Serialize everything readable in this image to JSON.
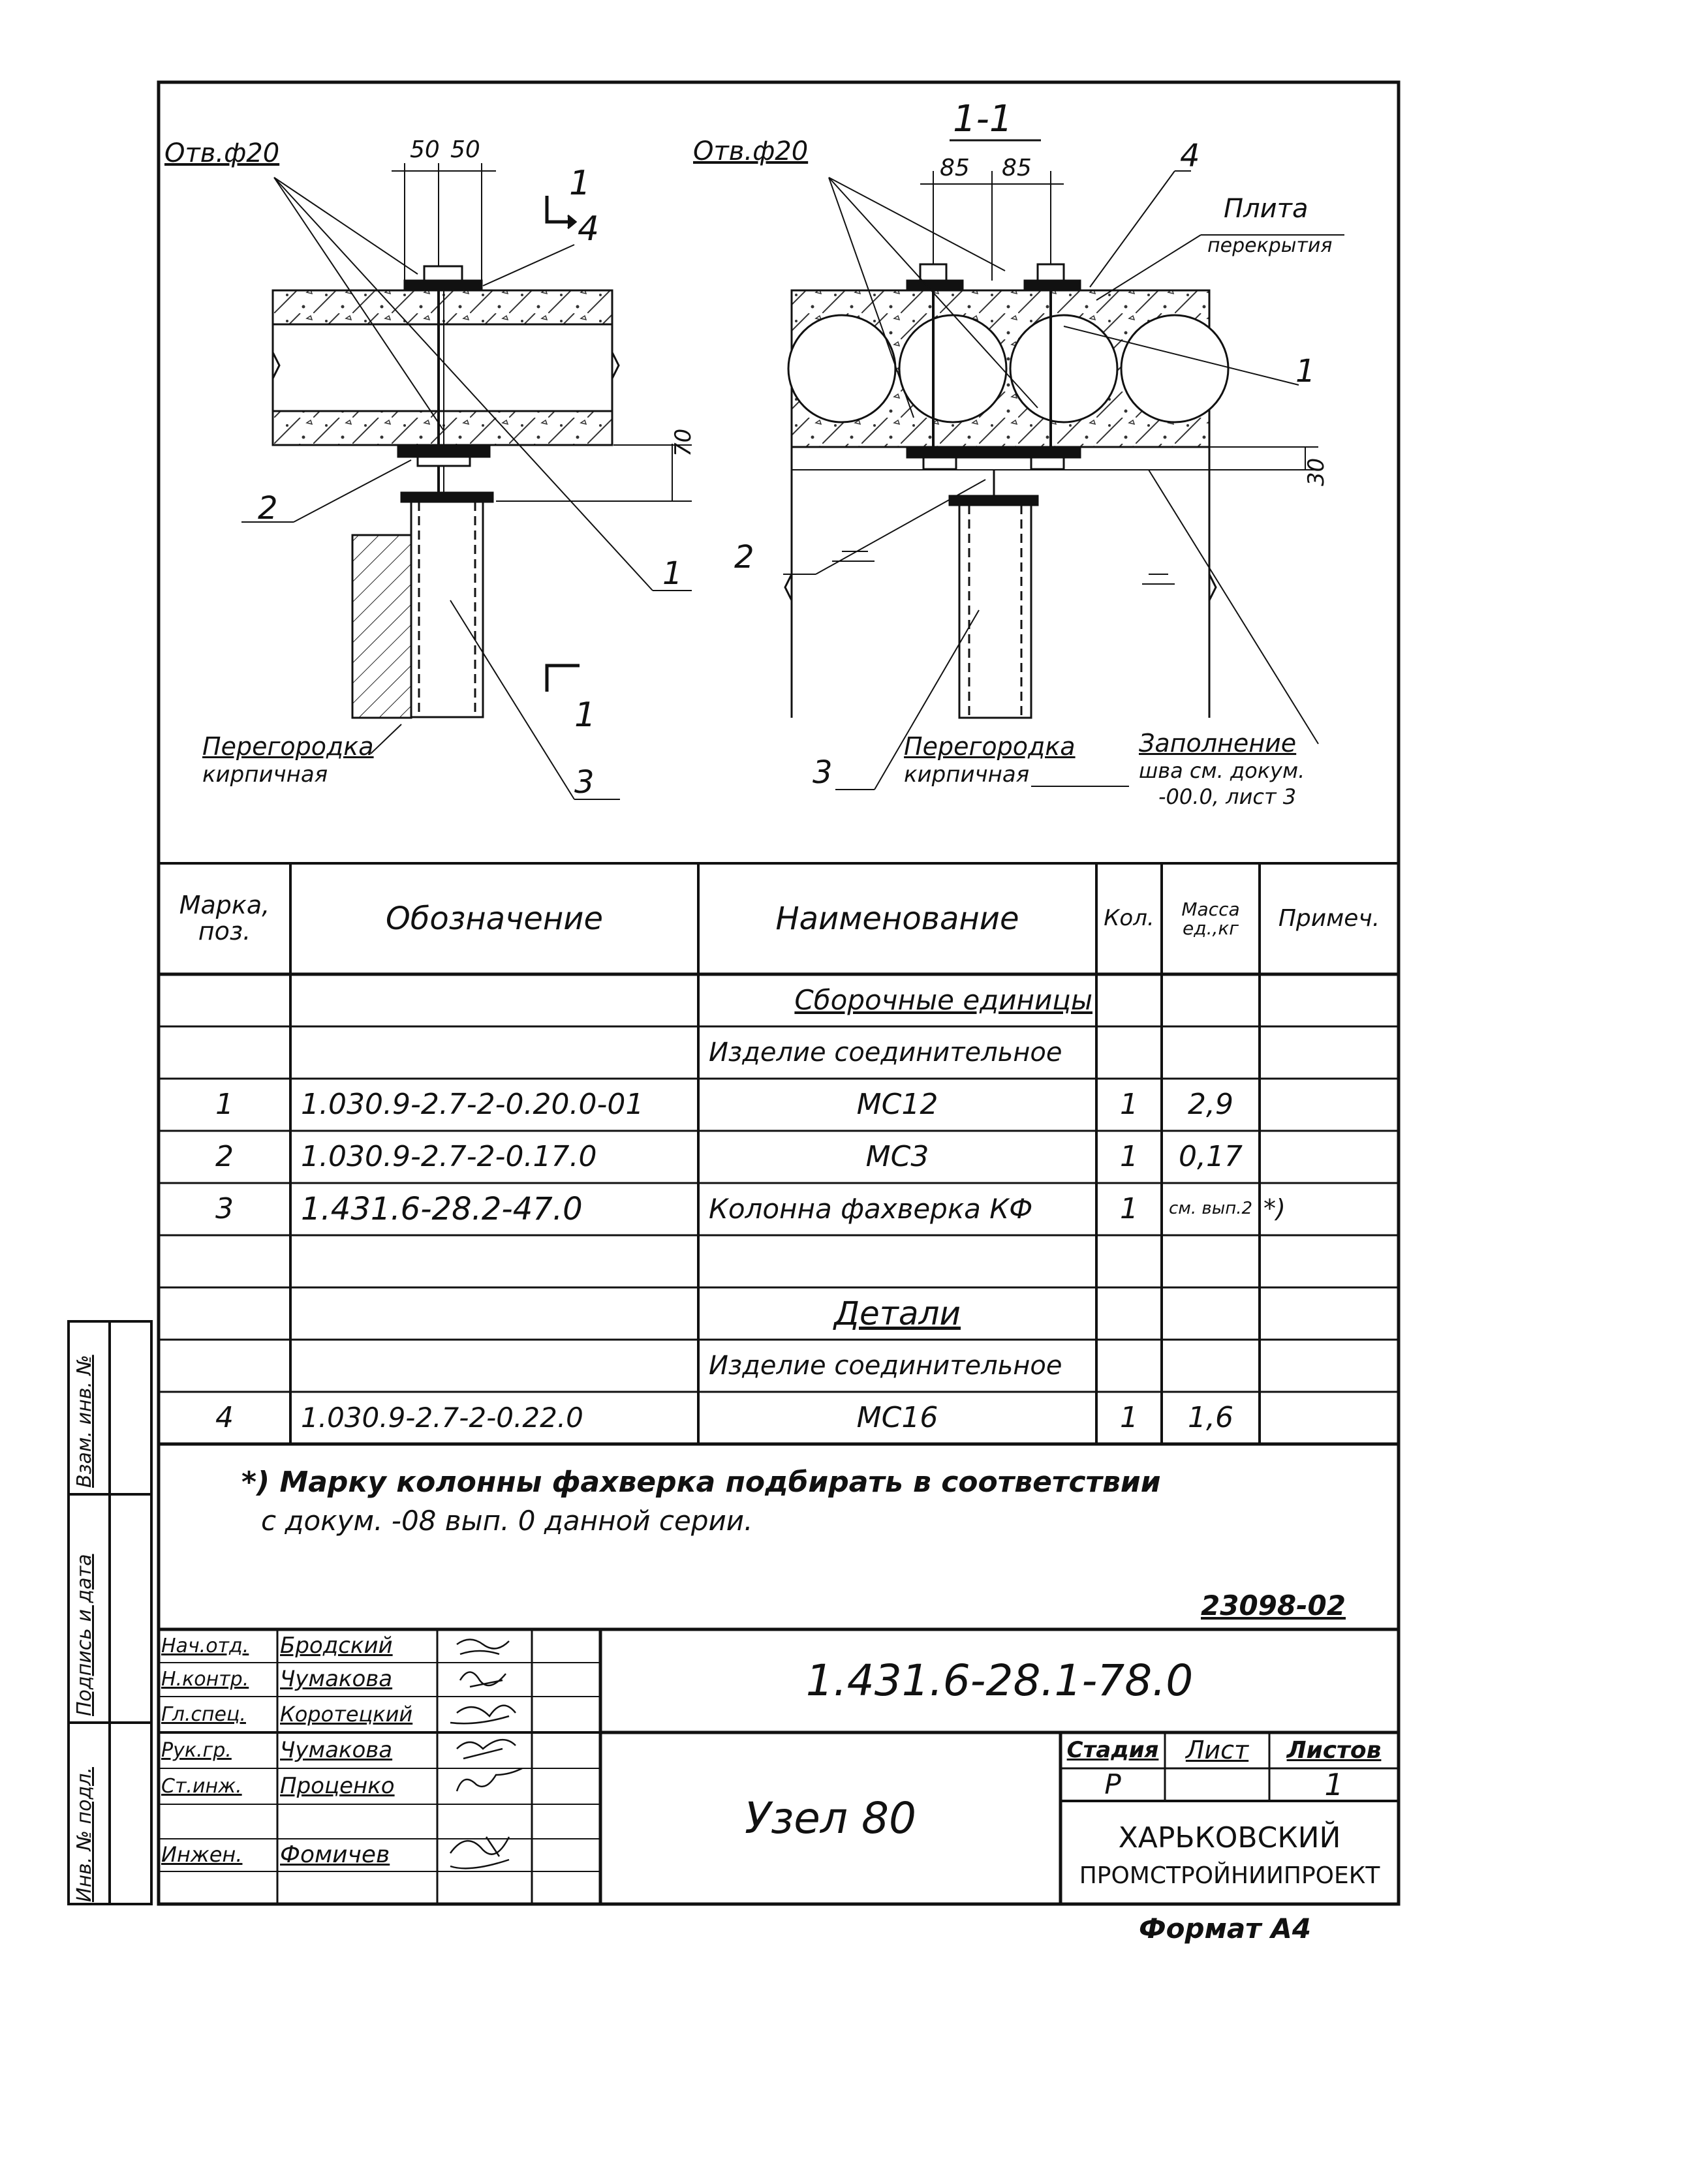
{
  "drawing": {
    "left": {
      "hole_label": "Отв.ф20",
      "dim_a": "50",
      "dim_b": "50",
      "section_mark_top": "1",
      "section_mark_bottom": "1",
      "callout_4": "4",
      "callout_2": "2",
      "callout_1": "1",
      "callout_3": "3",
      "dim_70": "70",
      "partition_line1": "Перегородка",
      "partition_line2": "кирпичная"
    },
    "right": {
      "section_title": "1-1",
      "hole_label": "Отв.ф20",
      "dim_a": "85",
      "dim_b": "85",
      "callout_4": "4",
      "slab_line1": "Плита",
      "slab_line2": "перекрытия",
      "callout_1": "1",
      "dim_30": "30",
      "callout_2": "2",
      "callout_3": "3",
      "partition_line1": "Перегородка",
      "partition_line2": "кирпичная",
      "fill_line1": "Заполнение",
      "fill_line2": "шва см. докум.",
      "fill_line3": "-00.0, лист 3"
    }
  },
  "spec_table": {
    "headers": {
      "mark": "Марка, поз.",
      "designation": "Обозначение",
      "name": "Наименование",
      "qty": "Кол.",
      "mass": "Масса ед.,кг",
      "note": "Примеч."
    },
    "rows": [
      {
        "mark": "",
        "designation": "",
        "name": "Сборочные единицы",
        "qty": "",
        "mass": "",
        "note": ""
      },
      {
        "mark": "",
        "designation": "",
        "name": "Изделие соединительное",
        "qty": "",
        "mass": "",
        "note": ""
      },
      {
        "mark": "1",
        "designation": "1.030.9-2.7-2-0.20.0-01",
        "name": "МС12",
        "qty": "1",
        "mass": "2,9",
        "note": ""
      },
      {
        "mark": "2",
        "designation": "1.030.9-2.7-2-0.17.0",
        "name": "МС3",
        "qty": "1",
        "mass": "0,17",
        "note": ""
      },
      {
        "mark": "3",
        "designation": "1.431.6-28.2-47.0",
        "name": "Колонна фахверка КФ",
        "qty": "1",
        "mass": "см. вып.2",
        "note": "*)"
      },
      {
        "mark": "",
        "designation": "",
        "name": "",
        "qty": "",
        "mass": "",
        "note": ""
      },
      {
        "mark": "",
        "designation": "",
        "name": "Детали",
        "qty": "",
        "mass": "",
        "note": ""
      },
      {
        "mark": "",
        "designation": "",
        "name": "Изделие соединительное",
        "qty": "",
        "mass": "",
        "note": ""
      },
      {
        "mark": "4",
        "designation": "1.030.9-2.7-2-0.22.0",
        "name": "МС16",
        "qty": "1",
        "mass": "1,6",
        "note": ""
      }
    ]
  },
  "footnote": {
    "line1": "*) Марку колонны фахверка подбирать в соответствии",
    "line2": "с докум.   -08 вып. 0  данной  серии."
  },
  "doc_code": "23098-02",
  "title_block": {
    "designation": "1.431.6-28.1-78.0",
    "title": "Узел 80",
    "stage_label": "Стадия",
    "sheet_label": "Лист",
    "sheets_label": "Листов",
    "stage": "Р",
    "sheet": "",
    "sheets": "1",
    "organization_line1": "ХАРЬКОВСКИЙ",
    "organization_line2": "ПРОМСТРОЙНИИПРОЕКТ",
    "staff": [
      {
        "role": "Нач.отд.",
        "name": "Бродский"
      },
      {
        "role": "Н.контр.",
        "name": "Чумакова"
      },
      {
        "role": "Гл.спец.",
        "name": "Коротецкий"
      },
      {
        "role": "Рук.гр.",
        "name": "Чумакова"
      },
      {
        "role": "Ст.инж.",
        "name": "Проценко"
      },
      {
        "role": "",
        "name": ""
      },
      {
        "role": "Инжен.",
        "name": "Фомичев"
      }
    ]
  },
  "side_stamp": {
    "inv_orig": "Инв. № подл.",
    "sign_date": "Подпись и дата",
    "replace_inv": "Взам. инв. №"
  },
  "format": "Формат А4"
}
